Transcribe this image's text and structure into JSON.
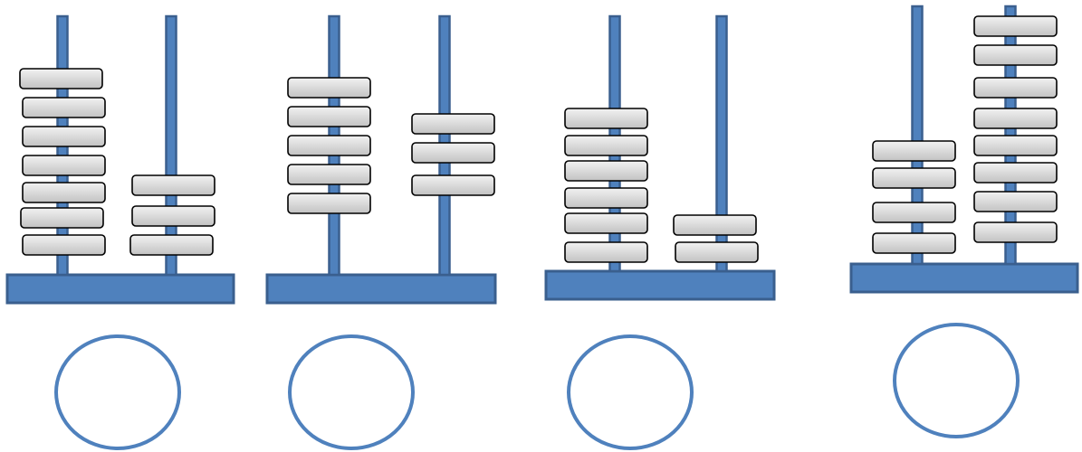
{
  "colors": {
    "rod": "#4f81bd",
    "rod_edge": "#3a5f8e",
    "base": "#4f81bd",
    "base_edge": "#3a5f8e",
    "bead_top": "#f2f2f2",
    "bead_bottom": "#c2c2c2",
    "bead_edge": "#000000",
    "answer_circle": "#4f81bd",
    "background": "#ffffff"
  },
  "abacuses": [
    {
      "name": "abacus-1",
      "rods": [
        {
          "place": "tens",
          "beads": 7
        },
        {
          "place": "ones",
          "beads": 3
        }
      ],
      "answer": ""
    },
    {
      "name": "abacus-2",
      "rods": [
        {
          "place": "tens",
          "beads": 5
        },
        {
          "place": "ones",
          "beads": 3
        }
      ],
      "answer": ""
    },
    {
      "name": "abacus-3",
      "rods": [
        {
          "place": "tens",
          "beads": 6
        },
        {
          "place": "ones",
          "beads": 2
        }
      ],
      "answer": ""
    },
    {
      "name": "abacus-4",
      "rods": [
        {
          "place": "tens",
          "beads": 4
        },
        {
          "place": "ones",
          "beads": 8
        }
      ],
      "answer": ""
    }
  ]
}
